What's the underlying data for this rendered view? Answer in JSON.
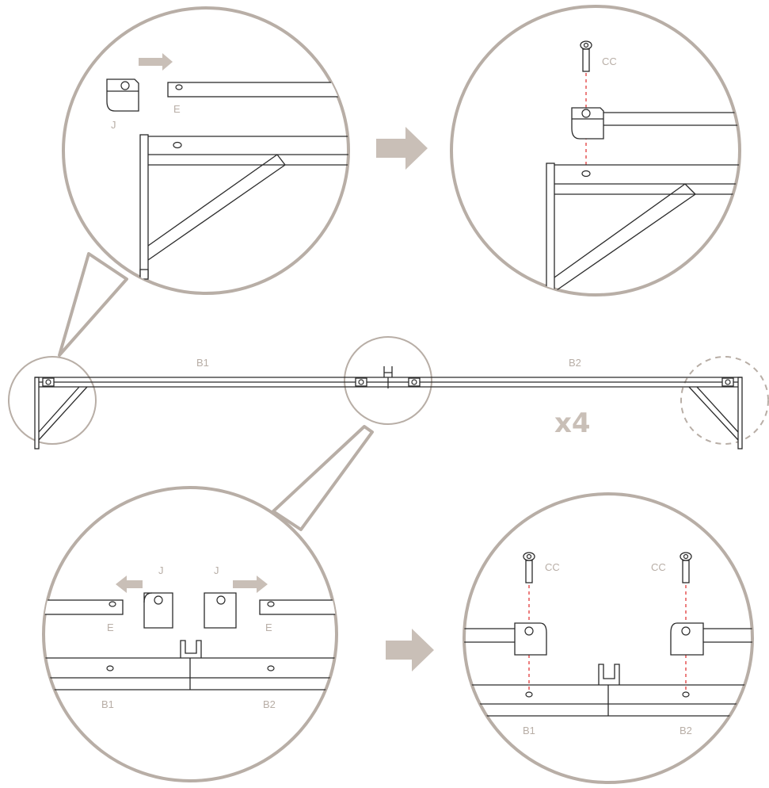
{
  "labels": {
    "part_j": "J",
    "part_e": "E",
    "part_cc": "CC",
    "beam_b1": "B1",
    "beam_b2": "B2",
    "quantity": "x4"
  },
  "colors": {
    "callout_outline": "#b8aea6",
    "arrow_fill": "#c9bfb7",
    "line": "#2b2b2b",
    "dashed_guide": "#e23a3a"
  },
  "icons": [
    "arrow-right-icon",
    "arrow-left-icon",
    "screw-icon",
    "end-cap-icon"
  ]
}
